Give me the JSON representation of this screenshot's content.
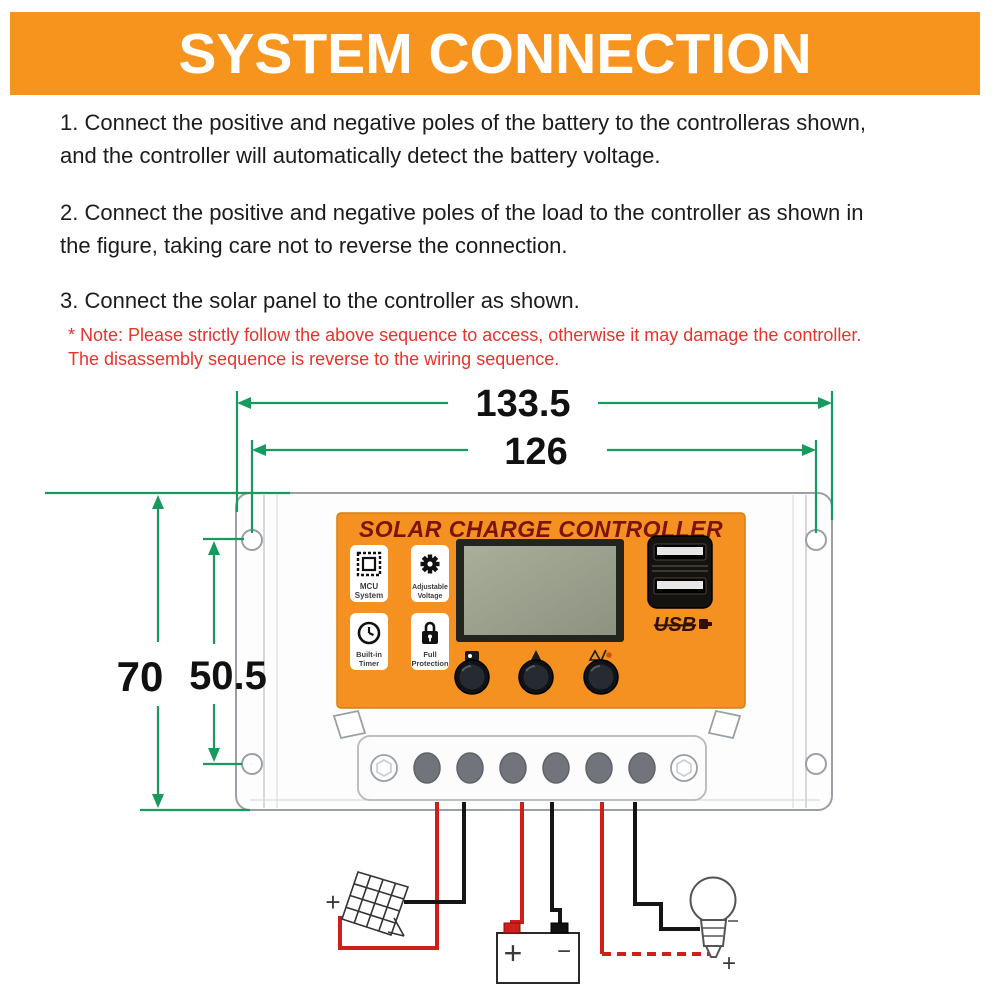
{
  "banner": {
    "title": "SYSTEM CONNECTION",
    "bg_color": "#F7941E"
  },
  "instructions": {
    "step1_line1": "1. Connect the positive and negative poles of the battery to the controlleras shown,",
    "step1_line2": "and the controller will automatically detect the battery voltage.",
    "step2_line1": "2. Connect the positive and negative poles of the load to the controller as shown in",
    "step2_line2": "the figure, taking care not to reverse the connection.",
    "step3_line1": "3. Connect the solar panel to the controller as shown."
  },
  "note": {
    "line1": "* Note: Please strictly follow the above sequence to access, otherwise it may damage the controller.",
    "line2": "The disassembly sequence is reverse to the wiring sequence."
  },
  "dimensions": {
    "outer_width": "133.5",
    "inner_width": "126",
    "outer_height": "70",
    "inner_height": "50.5",
    "line_color": "#169a5e"
  },
  "controller": {
    "title": "SOLAR CHARGE CONTROLLER",
    "panel_color": "#F59120",
    "usb_label": "USB",
    "features": [
      {
        "icon": "chip-icon",
        "line1": "MCU",
        "line2": "System"
      },
      {
        "icon": "gear-icon",
        "line1": "Adjustable",
        "line2": "Voltage"
      },
      {
        "icon": "clock-icon",
        "line1": "Built-in",
        "line2": "Timer"
      },
      {
        "icon": "lock-icon",
        "line1": "Full",
        "line2": "Protection"
      }
    ]
  },
  "wiring": {
    "solar_plus": "+",
    "battery_plus": "+",
    "battery_minus": "−",
    "load_plus": "+",
    "wire_red": "#cf1f1a",
    "wire_black": "#151515"
  }
}
